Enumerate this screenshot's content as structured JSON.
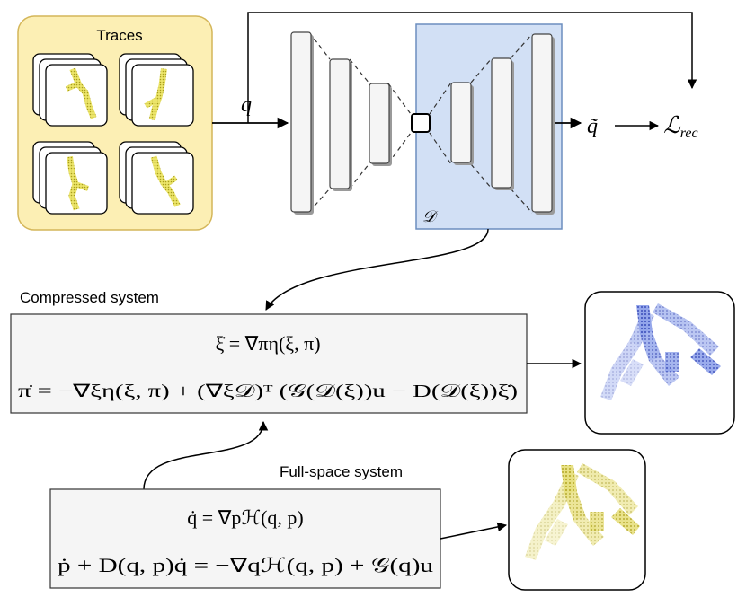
{
  "traces": {
    "title": "Traces"
  },
  "labels": {
    "q": "q",
    "q_tilde": "q̃",
    "loss": "ℒ",
    "loss_sub": "rec",
    "decoder": "𝒟"
  },
  "compressed": {
    "title": "Compressed system",
    "eq1": "ξ̇ = ∇πη(ξ, π)",
    "eq2": "π̇ = −∇ξη(ξ, π) + (∇ξ𝒟)ᵀ (𝒢(𝒟(ξ))u − D(𝒟(ξ))ξ̇)"
  },
  "fullspace": {
    "title": "Full-space system",
    "eq1": "q̇ = ∇pℋ(q, p)",
    "eq2": "ṗ + D(q, p)q̇ = −∇qℋ(q, p) + 𝒢(q)u"
  },
  "colors": {
    "traces_fill": "#fcefb4",
    "traces_border": "#d4b659",
    "decoder_fill": "#d2e0f5",
    "decoder_border": "#6c8ebf",
    "eq_box_fill": "#f5f5f5",
    "robot_yellow": "#c8bd2e",
    "robot_blue": "#3f57c9"
  }
}
